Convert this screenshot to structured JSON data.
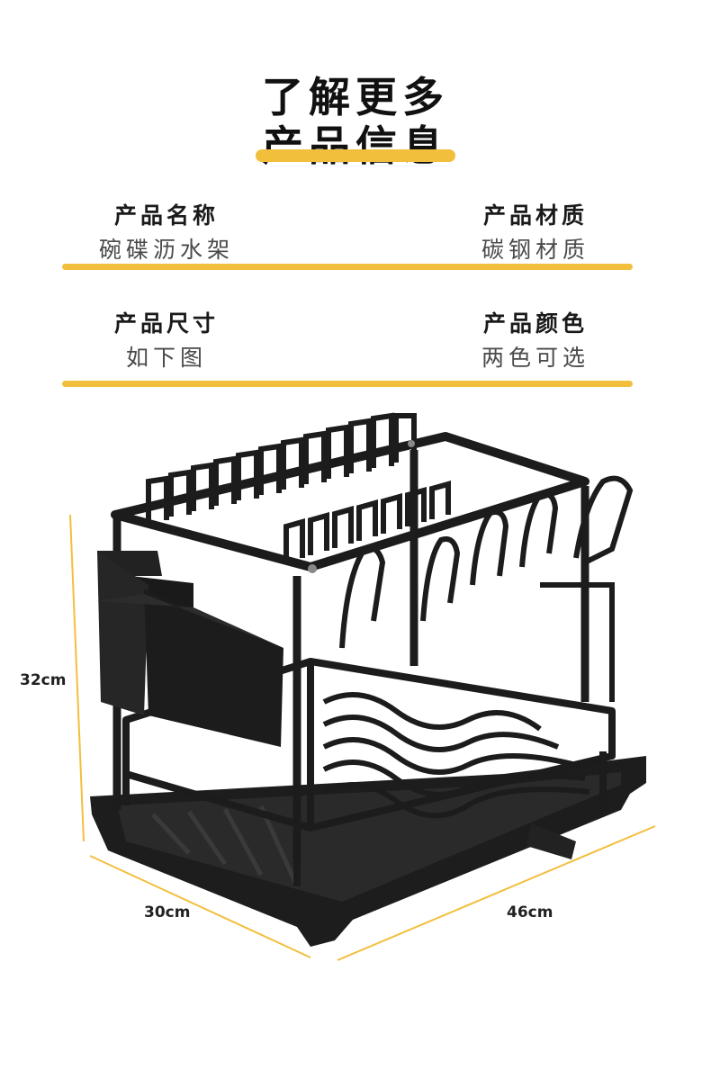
{
  "heading": {
    "line1": "了解更多",
    "line2": "产品信息"
  },
  "specs": [
    {
      "label": "产品名称",
      "value": "碗碟沥水架"
    },
    {
      "label": "产品材质",
      "value": "碳钢材质"
    },
    {
      "label": "产品尺寸",
      "value": "如下图"
    },
    {
      "label": "产品颜色",
      "value": "两色可选"
    }
  ],
  "dimensions": {
    "height": "32cm",
    "depth": "30cm",
    "width": "46cm"
  },
  "colors": {
    "accent": "#f2bf3d",
    "product": "#1c1c1c"
  }
}
